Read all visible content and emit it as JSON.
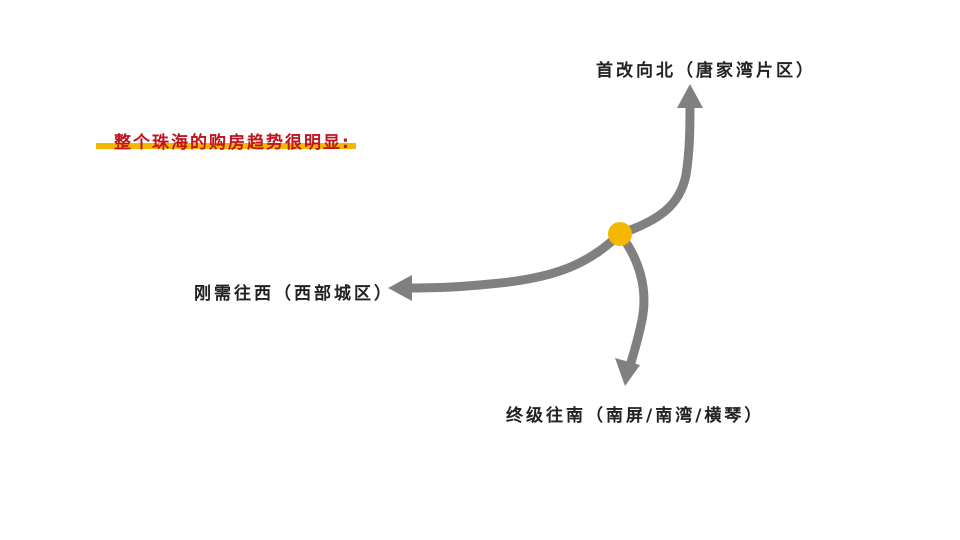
{
  "headline": {
    "text": "整个珠海的购房趋势很明显:",
    "text_color": "#c0141c",
    "underline_color": "#f5b800"
  },
  "diagram": {
    "center_color": "#f5b800",
    "arrow_color": "#808080",
    "branches": [
      {
        "id": "north",
        "label": "首改向北（唐家湾片区）"
      },
      {
        "id": "west",
        "label": "刚需往西（西部城区）"
      },
      {
        "id": "south",
        "label": "终级往南（南屏/南湾/横琴）"
      }
    ]
  }
}
